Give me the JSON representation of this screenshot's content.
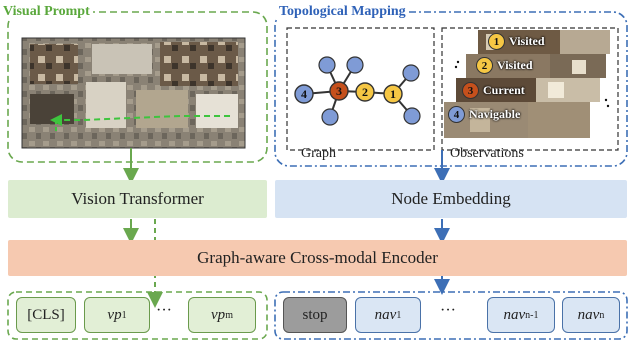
{
  "visual_prompt": {
    "title": "Visual Prompt",
    "title_color": "#5aa83c"
  },
  "topological_mapping": {
    "title": "Topological Mapping",
    "title_color": "#2f62b8",
    "graph_label": "Graph",
    "observations_label": "Observations",
    "nodes": [
      {
        "label": "4",
        "color": "#7f9bd6",
        "status": "Navigable"
      },
      {
        "label": "3",
        "color": "#c5501c",
        "status": "Current"
      },
      {
        "label": "2",
        "color": "#f6c744",
        "status": "Visited"
      },
      {
        "label": "1",
        "color": "#f6c744",
        "status": "Visited"
      }
    ],
    "unlabeled_node_color": "#7f9bd6",
    "observations": [
      {
        "num": "1",
        "text": "Visited",
        "color": "#f6c744"
      },
      {
        "num": "2",
        "text": "Visited",
        "color": "#f6c744"
      },
      {
        "num": "3",
        "text": "Current",
        "color": "#c5501c"
      },
      {
        "num": "4",
        "text": "Navigable",
        "color": "#7f9bd6"
      }
    ]
  },
  "blocks": {
    "vision_transformer": "Vision Transformer",
    "node_embedding": "Node Embedding",
    "encoder": "Graph-aware Cross-modal Encoder"
  },
  "tokens_left": {
    "cls": "[CLS]",
    "vp1": {
      "base": "vp",
      "sub": "1"
    },
    "dots": "···",
    "vpm": {
      "base": "vp",
      "sub": "m"
    }
  },
  "tokens_right": {
    "stop": "stop",
    "nav1": {
      "base": "nav",
      "sub": "1"
    },
    "dots": "···",
    "navn1": {
      "base": "nav",
      "sub": "n-1"
    },
    "navn": {
      "base": "nav",
      "sub": "n"
    }
  },
  "colors": {
    "green": "#6aa84f",
    "green_fill": "#dcecd0",
    "blue": "#3d6fb6",
    "blue_fill": "#d6e3f3",
    "encoder_fill": "#f6c9b0"
  }
}
